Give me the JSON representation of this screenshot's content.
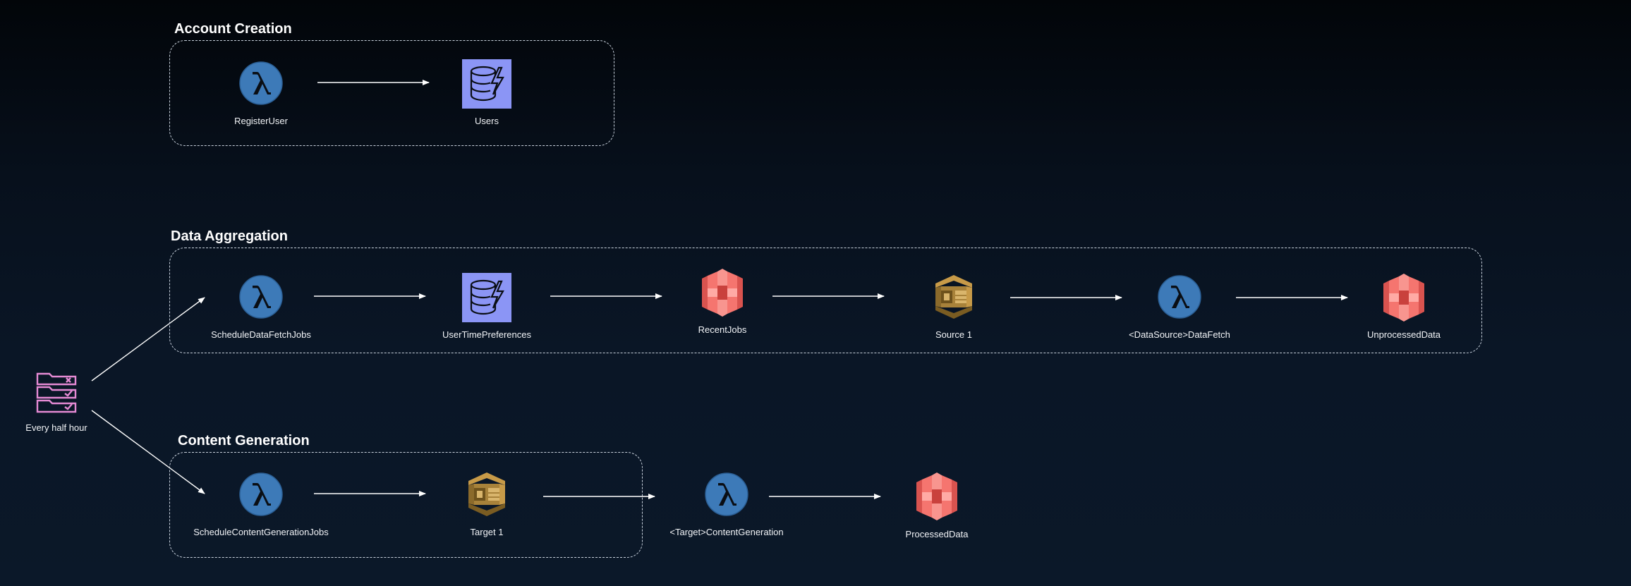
{
  "groups": [
    {
      "id": "account",
      "title": "Account Creation"
    },
    {
      "id": "aggregation",
      "title": "Data Aggregation"
    },
    {
      "id": "content",
      "title": "Content Generation"
    }
  ],
  "trigger": {
    "label": "Every half hour",
    "icon": "scheduler-icon"
  },
  "nodes": {
    "register_user": {
      "label": "RegisterUser",
      "icon": "lambda-icon"
    },
    "users": {
      "label": "Users",
      "icon": "dynamodb-icon"
    },
    "schedule_data_fetch_jobs": {
      "label": "ScheduleDataFetchJobs",
      "icon": "lambda-icon"
    },
    "user_time_preferences": {
      "label": "UserTimePreferences",
      "icon": "dynamodb-icon"
    },
    "recent_jobs": {
      "label": "RecentJobs",
      "icon": "s3-bucket-icon"
    },
    "source_1": {
      "label": "Source 1",
      "icon": "sqs-queue-icon"
    },
    "data_fetch": {
      "label": "<DataSource>DataFetch",
      "icon": "lambda-icon"
    },
    "unprocessed_data": {
      "label": "UnprocessedData",
      "icon": "s3-bucket-icon"
    },
    "schedule_content_generation_jobs": {
      "label": "ScheduleContentGenerationJobs",
      "icon": "lambda-icon"
    },
    "target_1": {
      "label": "Target 1",
      "icon": "sqs-queue-icon"
    },
    "content_generation": {
      "label": "<Target>ContentGeneration",
      "icon": "lambda-icon"
    },
    "processed_data": {
      "label": "ProcessedData",
      "icon": "s3-bucket-icon"
    }
  },
  "colors": {
    "lambda": "#3d7ab8",
    "dynamodb": "#8b95f5",
    "s3": "#f5756f",
    "sqs": "#a8823a",
    "scheduler": "#e58ad4",
    "connector": "#ffffff",
    "group_border": "#c9d2dd"
  }
}
